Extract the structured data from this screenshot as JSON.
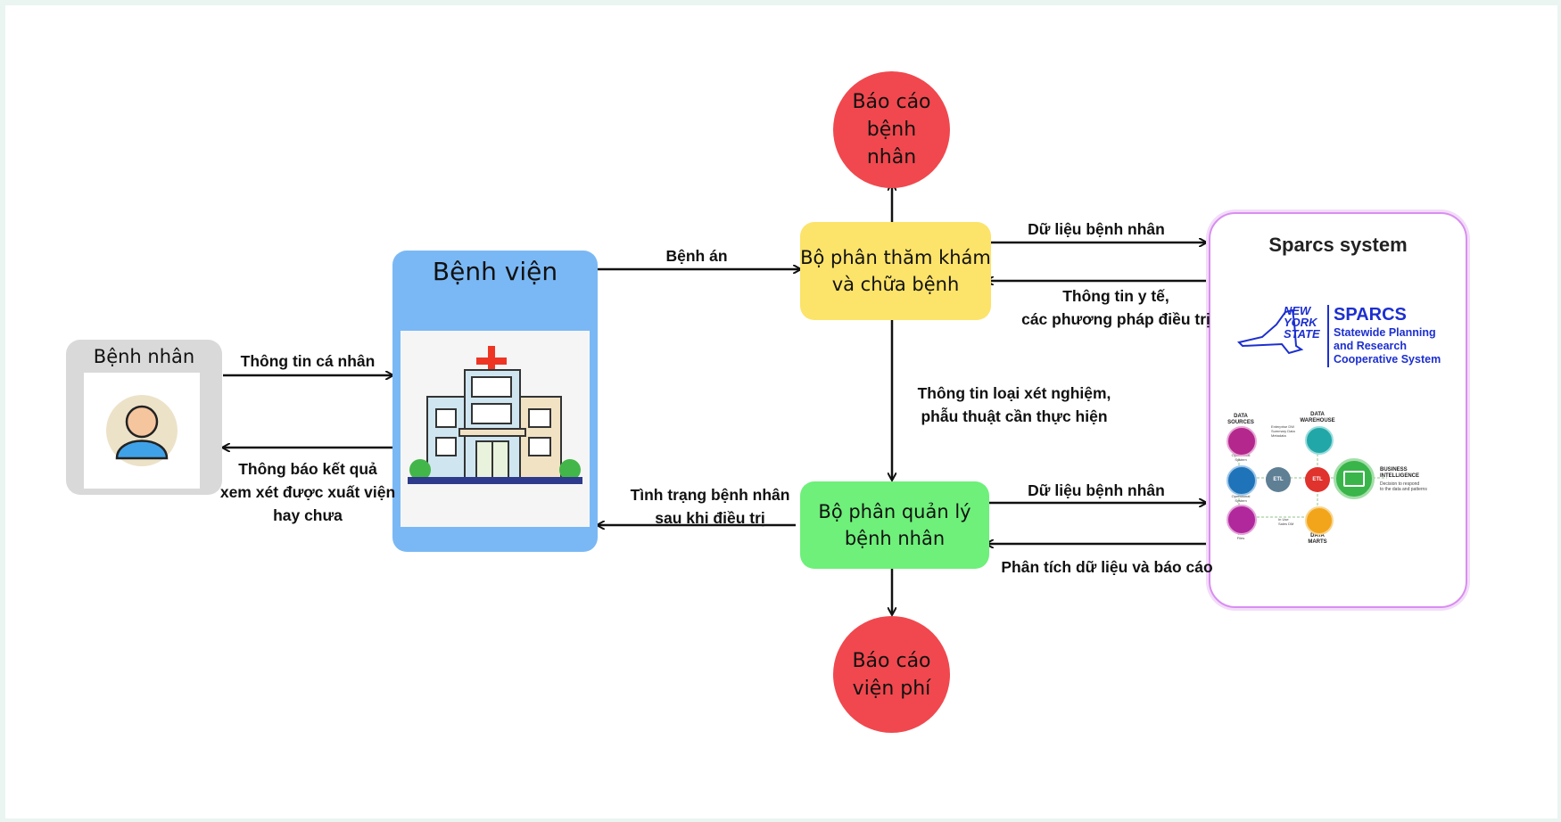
{
  "nodes": {
    "patient": {
      "title": "Bệnh nhân"
    },
    "hospital": {
      "title": "Bệnh viện"
    },
    "exam_dept": {
      "label": "Bộ phân thăm khám\nvà chữa bệnh"
    },
    "mgmt_dept": {
      "label": "Bộ phân quản lý\nbệnh nhân"
    },
    "report_patient": {
      "label": "Báo cáo\nbệnh\nnhân"
    },
    "report_fees": {
      "label": "Báo cáo\nviện phí"
    },
    "sparcs": {
      "title": "Sparcs system",
      "logo": {
        "state_line1": "NEW",
        "state_line2": "YORK",
        "state_line3": "STATE",
        "name": "SPARCS",
        "sub1": "Statewide Planning",
        "sub2": "and Research",
        "sub3": "Cooperative System"
      },
      "flow": {
        "data_sources": "DATA\nSOURCES",
        "data_warehouse": "DATA\nWAREHOUSE",
        "data_marts": "DATA\nMARTS",
        "bi": "BUSINESS\nINTELLIGENCE",
        "etl": "ETL",
        "operational_system": "Operational\nSystem",
        "flat_files": "Flat\nFiles",
        "warehouse_note": "Enterprise DW\nSummary Data\nMetadata",
        "marts_note": "In Use\nSales DM",
        "bi_note": "Decision to respond\nto the data and patterns"
      }
    }
  },
  "edges": {
    "personal_info": "Thông tin cá nhân",
    "discharge_notice": "Thông báo kết quả\nxem xét được xuất viện\nhay chưa",
    "medical_record": "Bệnh án",
    "patient_data_top": "Dữ liệu bệnh nhân",
    "medical_info": "Thông tin y tế,\ncác phương pháp điều trị",
    "test_info": "Thông tin loại xét nghiệm,\nphẫu thuật cần thực hiện",
    "patient_status": "Tình trạng bệnh nhân\nsau khi điều trị",
    "patient_data_bottom": "Dữ liệu bệnh nhân",
    "analysis_report": "Phân tích dữ liệu và báo cáo"
  },
  "colors": {
    "hospital_blue": "#7ab8f5",
    "exam_yellow": "#fce36a",
    "mgmt_green": "#6ef07a",
    "report_red": "#f0484e",
    "patient_gray": "#d9d9d9",
    "sparcs_border": "#d98ef0",
    "sparcs_blue": "#1c2fd0"
  }
}
